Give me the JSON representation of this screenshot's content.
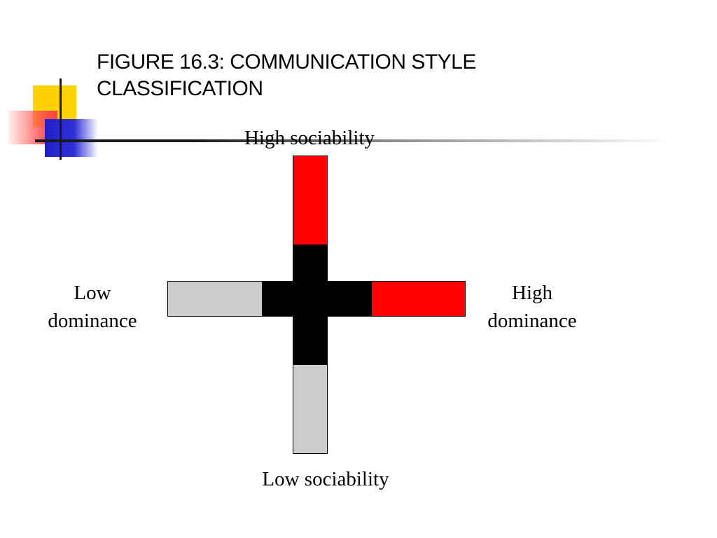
{
  "slide": {
    "title_line1": "FIGURE 16.3:  COMMUNICATION STYLE",
    "title_line2": "CLASSIFICATION"
  },
  "diagram": {
    "top_label": "High sociability",
    "bottom_label": "Low sociability",
    "left_label_line1": "Low",
    "left_label_line2": "dominance",
    "right_label_line1": "High",
    "right_label_line2": "dominance"
  },
  "colors": {
    "high_arm": "#ff0000",
    "low_arm": "#cccccc",
    "center": "#000000"
  }
}
